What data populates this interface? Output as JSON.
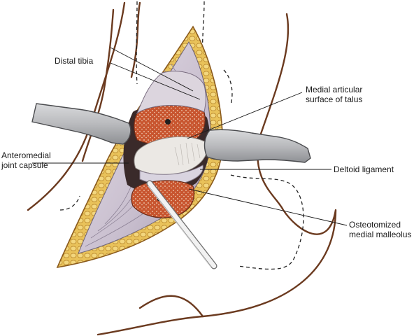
{
  "labels": {
    "distal_tibia": "Distal tibia",
    "medial_articular_line1": "Medial articular",
    "medial_articular_line2": "surface of talus",
    "anteromedial_line1": "Anteromedial",
    "anteromedial_line2": "joint capsule",
    "deltoid_ligament": "Deltoid ligament",
    "osteotomized_line1": "Osteotomized",
    "osteotomized_line2": "medial malleolus"
  },
  "colors": {
    "skin_outline": "#6b3a1f",
    "fat_layer": "#e2b64a",
    "capsule": "#c9bfcf",
    "bone_cut": "#c8552f",
    "cartilage": "#e6e3df",
    "retractor": "#b9babd"
  }
}
